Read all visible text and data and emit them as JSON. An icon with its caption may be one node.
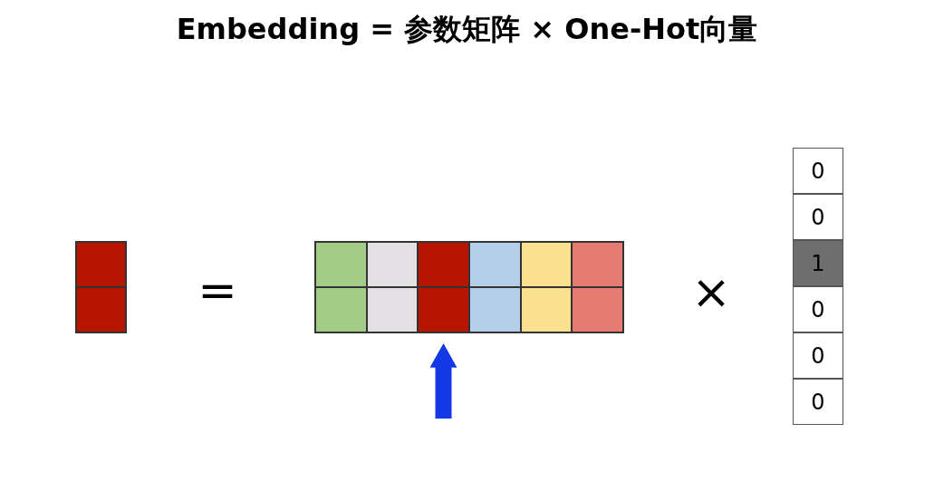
{
  "diagram": {
    "title": "Embedding = 参数矩阵 × One-Hot向量",
    "nodes": [
      {
        "text": [],
        "shape": "box"
      },
      {
        "text": [],
        "shape": "box"
      },
      {
        "text": [
          "0"
        ]
      },
      {
        "text": [
          "0"
        ]
      },
      {
        "text": [
          "1"
        ]
      },
      {
        "text": [
          "0"
        ]
      },
      {
        "text": [
          "0"
        ]
      },
      {
        "text": [
          "0"
        ]
      }
    ],
    "edges": [
      {
        "from": null,
        "to": 1,
        "arrow": "to",
        "color": "#1438e6"
      }
    ],
    "labels": [
      "=",
      "×"
    ]
  }
}
